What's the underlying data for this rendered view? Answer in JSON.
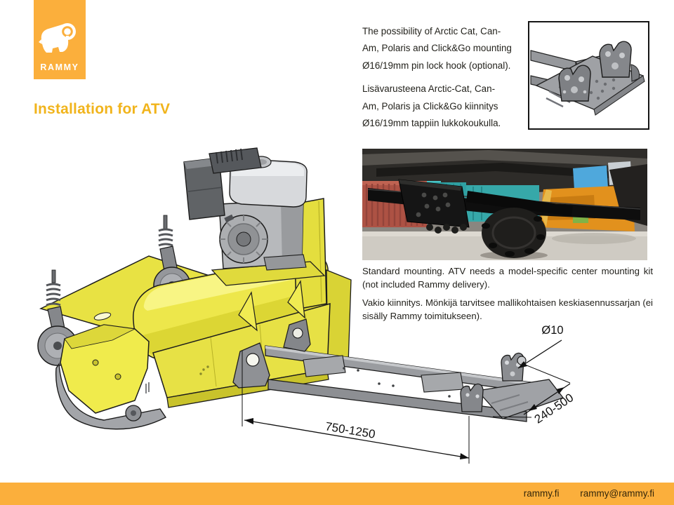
{
  "slide": {
    "title": "Installation for ATV"
  },
  "brand": {
    "name": "RAMMY"
  },
  "optional_mount_note": {
    "en_lines": [
      "The possibility of Arctic Cat, Can-",
      "Am, Polaris and Click&Go mounting",
      "Ø16/19mm pin lock hook (optional)."
    ],
    "fi_lines": [
      "Lisävarusteena Arctic-Cat, Can-",
      "Am, Polaris ja Click&Go kiinnitys",
      "Ø16/19mm tappiin lukkokoukulla."
    ]
  },
  "standard_mount_note": {
    "en": "Standard mounting. ATV needs a model-specific center mounting kit (not included Rammy delivery).",
    "fi": "Vakio kiinnitys. Mönkijä tarvitsee mallikohtaisen keskiasennussarjan (ei sisälly Rammy toimitukseen)."
  },
  "dimensions": {
    "pin": "Ø10",
    "length": "750-1250",
    "offset": "240-500"
  },
  "footer": {
    "website": "rammy.fi",
    "email": "rammy@rammy.fi"
  },
  "colors": {
    "brand_orange": "#FBAF3C",
    "title_gold": "#F1B41C",
    "machine_yellow": "#ECE749"
  }
}
